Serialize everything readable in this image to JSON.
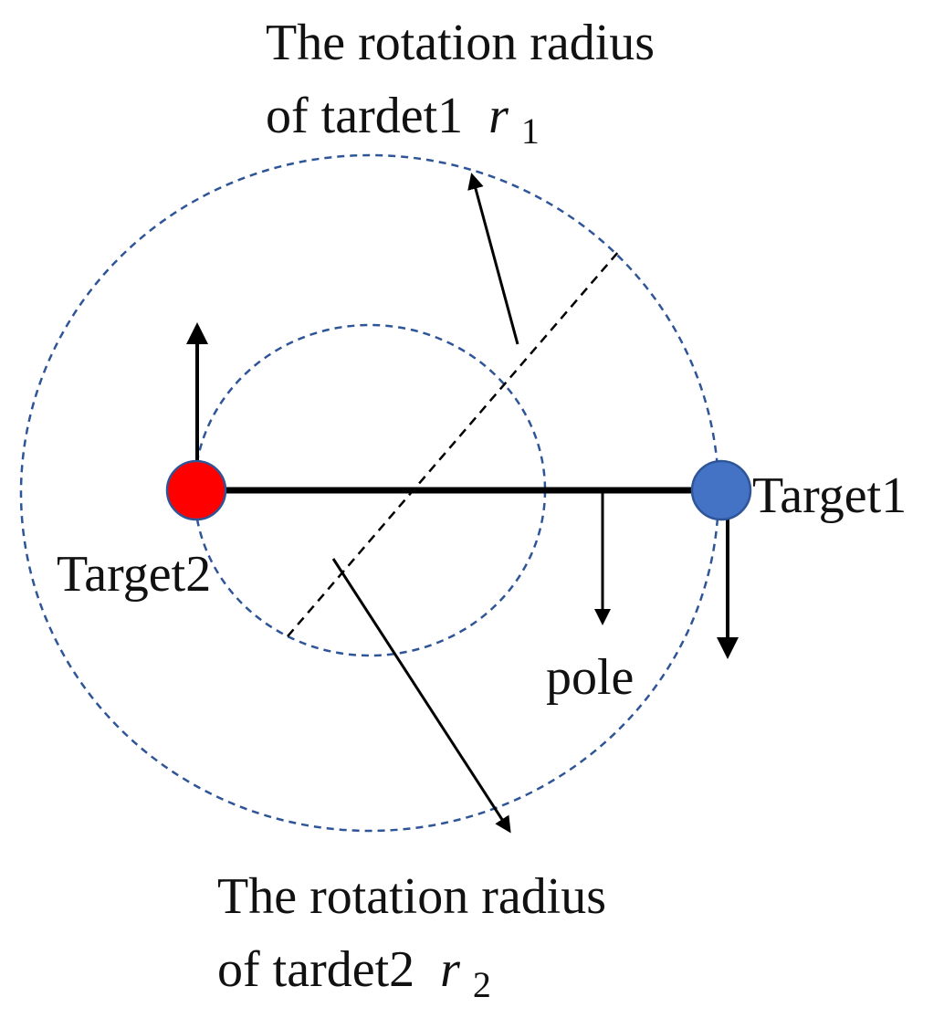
{
  "labels": {
    "top_line1": "The rotation radius",
    "top_line2": "of tardet1",
    "top_var": "r",
    "top_sub": "1",
    "target1": "Target1",
    "target2": "Target2",
    "pole": "pole",
    "bottom_line1": "The rotation radius",
    "bottom_line2": "of tardet2",
    "bottom_var": "r",
    "bottom_sub": "2"
  },
  "colors": {
    "target1_fill": "#4472c4",
    "target2_fill": "#ff0000",
    "circle_stroke": "#2e5597",
    "line": "#000000"
  }
}
